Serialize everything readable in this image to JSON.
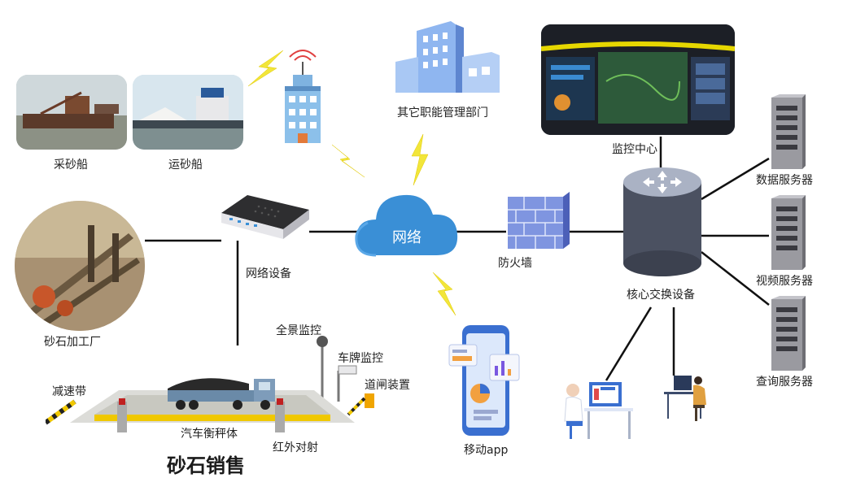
{
  "labels": {
    "dredger_ship": "采砂船",
    "transport_ship": "运砂船",
    "other_departments": "其它职能管理部门",
    "monitor_center": "监控中心",
    "data_server": "数据服务器",
    "video_server": "视频服务器",
    "query_server": "查询服务器",
    "core_switch": "核心交换设备",
    "firewall": "防火墙",
    "network": "网络",
    "network_device": "网络设备",
    "stone_factory": "砂石加工厂",
    "panorama_monitor": "全景监控",
    "plate_monitor": "车牌监控",
    "gate_device": "道闸装置",
    "speed_bump": "减速带",
    "truck_scale": "汽车衡秤体",
    "infrared": "红外对射",
    "mobile_app": "移动app",
    "sand_sales": "砂石销售"
  },
  "colors": {
    "lightning": "#f2e63a",
    "cloud": "#3a8fd6",
    "server": "#8e8e94",
    "firewall": "#6a7fd4",
    "switch": "#4b5161",
    "line": "#111111"
  }
}
